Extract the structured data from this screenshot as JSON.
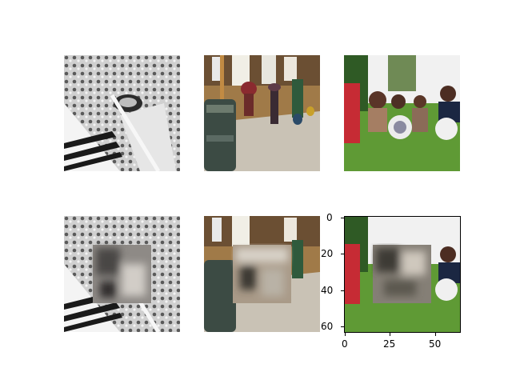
{
  "figure": {
    "panels": [
      {
        "id": "zebra",
        "description_key": "zebra-grayscale"
      },
      {
        "id": "pottery",
        "description_key": "pottery-display"
      },
      {
        "id": "children",
        "description_key": "children-on-grass"
      },
      {
        "id": "zebra-masked",
        "description_key": "zebra-grayscale-blurred-patch"
      },
      {
        "id": "pottery-masked",
        "description_key": "pottery-display-blurred-patch"
      },
      {
        "id": "children-masked",
        "description_key": "children-on-grass-blurred-patch"
      }
    ],
    "axes": {
      "x_ticks": [
        "0",
        "25",
        "50"
      ],
      "y_ticks": [
        "0",
        "20",
        "40",
        "60"
      ],
      "x_range": [
        0,
        64
      ],
      "y_range": [
        0,
        64
      ]
    },
    "colors": {
      "grass": "#5f9a35",
      "sky": "#f1f1f1",
      "blur_patch": "#8e8a86",
      "wood": "#a07a48"
    }
  }
}
